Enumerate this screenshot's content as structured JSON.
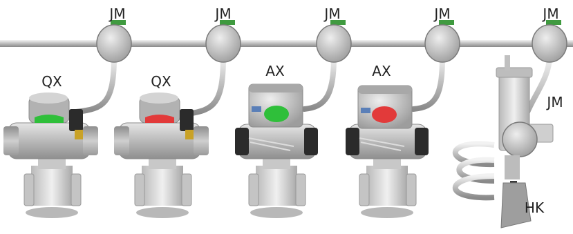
{
  "labels": {
    "jm": [
      "JM",
      "JM",
      "JM",
      "JM",
      "JM"
    ],
    "jm_side": "JM",
    "qx": [
      "QX",
      "QX"
    ],
    "ax": [
      "AX",
      "AX"
    ],
    "hk": "HK"
  },
  "indicators": {
    "qx": [
      "green",
      "red"
    ],
    "ax": [
      "green",
      "red"
    ]
  },
  "colors": {
    "green": "#2fbf3a",
    "red": "#e23a3a",
    "metal": "#c8c8c8",
    "dark": "#2b2b2b",
    "brass": "#c9a227"
  }
}
